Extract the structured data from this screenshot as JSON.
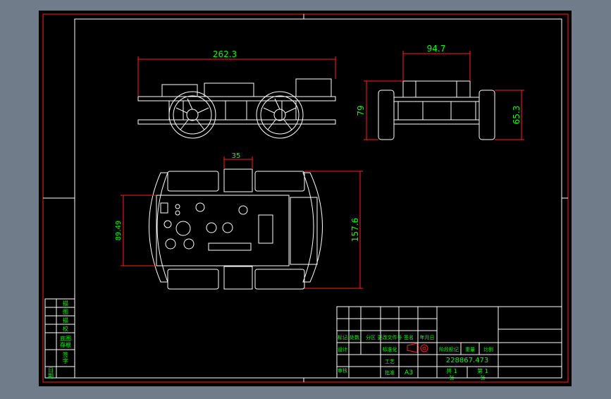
{
  "drawing": {
    "background": "#000000",
    "frame_color": "#ff0000",
    "line_color": "#ffffff",
    "dim_color": "#ff0000",
    "text_color": "#00ff00",
    "panel_color": "#707c8a"
  },
  "dimensions": {
    "front_width": "262.3",
    "side_width": "94.7",
    "side_height": "79",
    "wheel_height": "65.3",
    "plate_tab": "35",
    "plate_length": "157.6",
    "plate_width": "89.49"
  },
  "left_strip": {
    "labels": [
      "描",
      "图",
      "描",
      "校",
      "底图",
      "存根",
      "签",
      "字",
      "日",
      "期"
    ]
  },
  "title_block": {
    "row1": [
      "标记",
      "处数",
      "分区",
      "更改文件号",
      "签名",
      "年月日"
    ],
    "row2": [
      "设计",
      "标准化",
      "阶段标记",
      "重量",
      "比例"
    ],
    "row3": [
      "审核",
      "工艺",
      "批准"
    ],
    "scale": "A3",
    "drawing_no": "228867.473",
    "sheet_total": "共 1",
    "sheet_index": "第 1",
    "sheet_label_a": "张",
    "sheet_label_b": "张"
  }
}
